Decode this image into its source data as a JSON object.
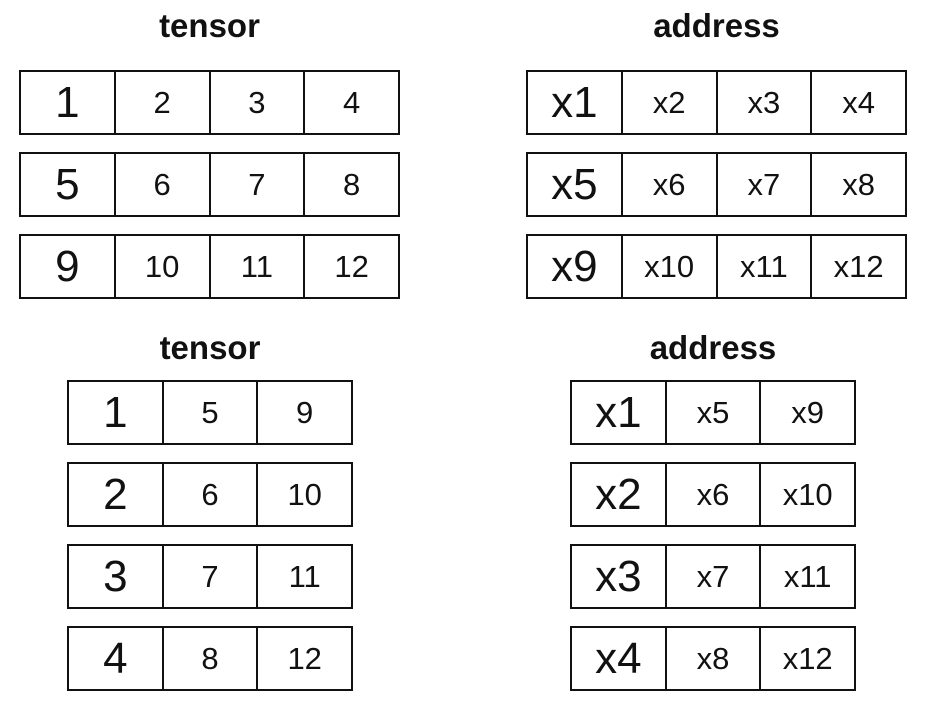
{
  "colors": {
    "background": "#ffffff",
    "line": "#111111",
    "text": "#111111"
  },
  "groups": [
    {
      "id": "tensor-row-major",
      "title": "tensor",
      "rows": [
        [
          "1",
          "2",
          "3",
          "4"
        ],
        [
          "5",
          "6",
          "7",
          "8"
        ],
        [
          "9",
          "10",
          "11",
          "12"
        ]
      ]
    },
    {
      "id": "address-row-major",
      "title": "address",
      "rows": [
        [
          "x1",
          "x2",
          "x3",
          "x4"
        ],
        [
          "x5",
          "x6",
          "x7",
          "x8"
        ],
        [
          "x9",
          "x10",
          "x11",
          "x12"
        ]
      ]
    },
    {
      "id": "tensor-transposed",
      "title": "tensor",
      "rows": [
        [
          "1",
          "5",
          "9"
        ],
        [
          "2",
          "6",
          "10"
        ],
        [
          "3",
          "7",
          "11"
        ],
        [
          "4",
          "8",
          "12"
        ]
      ]
    },
    {
      "id": "address-transposed",
      "title": "address",
      "rows": [
        [
          "x1",
          "x5",
          "x9"
        ],
        [
          "x2",
          "x6",
          "x10"
        ],
        [
          "x3",
          "x7",
          "x11"
        ],
        [
          "x4",
          "x8",
          "x12"
        ]
      ]
    }
  ]
}
